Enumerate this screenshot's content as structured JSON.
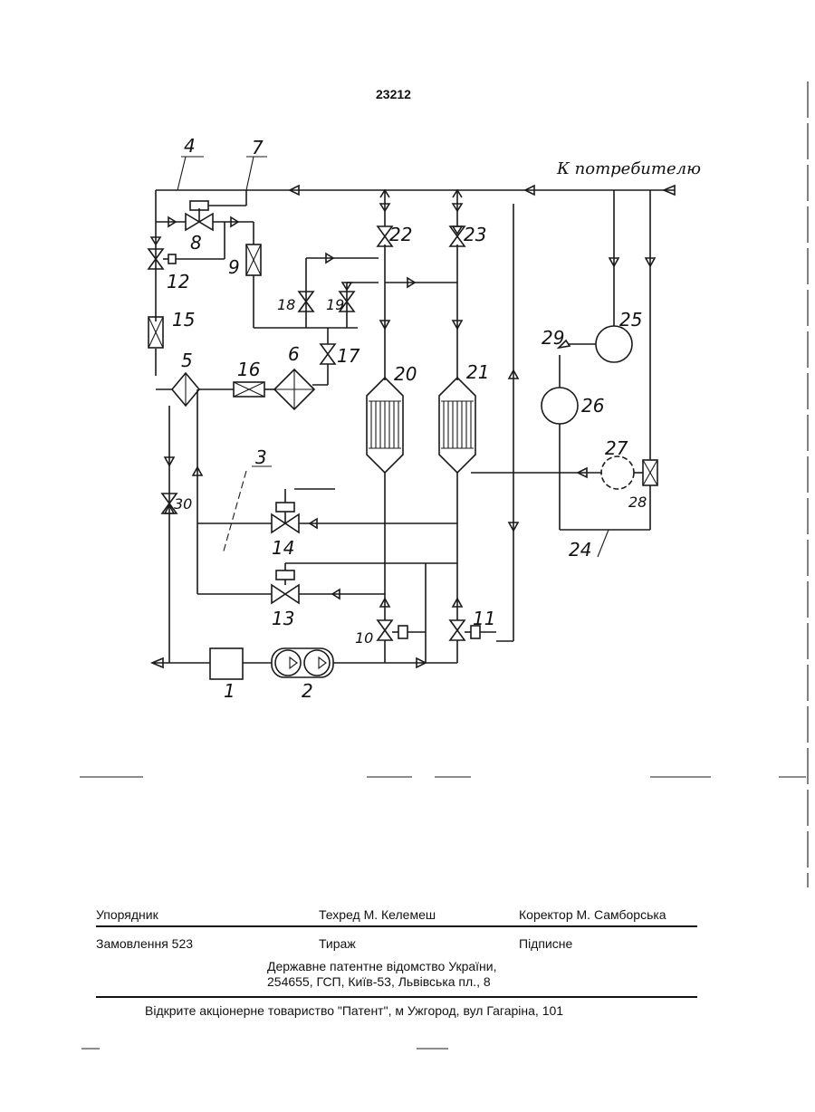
{
  "page_number": "23212",
  "diagram": {
    "consumer_label": "К потребителю",
    "labels": [
      "1",
      "2",
      "3",
      "4",
      "5",
      "6",
      "7",
      "8",
      "9",
      "10",
      "11",
      "12",
      "13",
      "14",
      "15",
      "16",
      "17",
      "18",
      "19",
      "20",
      "21",
      "22",
      "23",
      "24",
      "25",
      "26",
      "27",
      "28",
      "29",
      "30"
    ]
  },
  "footer": {
    "compiler": "Упорядник",
    "techred": "Техред М. Келемеш",
    "corrector": "Коректор М. Самборська",
    "order": "Замовлення 523",
    "circulation": "Тираж",
    "subscription": "Підписне",
    "publisher_line1": "Державне патентне відомство України,",
    "publisher_line2": "254655, ГСП, Київ-53, Львівська пл., 8",
    "printer": "Відкрите акціонерне товариство \"Патент\", м  Ужгород, вул  Гагаріна, 101"
  }
}
